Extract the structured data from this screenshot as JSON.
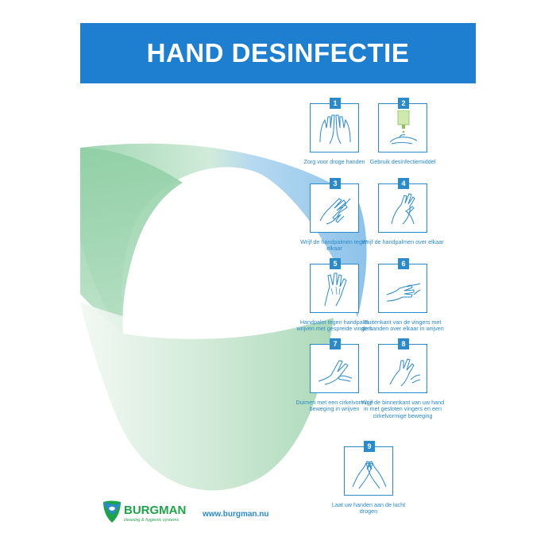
{
  "title": "HAND DESINFECTIE",
  "colors": {
    "header_blue": "#1e7fd0",
    "step_blue": "#2b8ac9",
    "swoosh_green": "#8fcfa5",
    "swoosh_blue": "#8ec3e8",
    "logo_green": "#1fa34a"
  },
  "steps": [
    {
      "number": "1",
      "caption": "Zorg voor droge handen",
      "icon": "dry-hands-icon"
    },
    {
      "number": "2",
      "caption": "Gebruik desinfectiemiddel",
      "icon": "dispenser-icon"
    },
    {
      "number": "3",
      "caption": "Wrijf de handpalmen tegen elkaar",
      "icon": "palm-to-palm-icon"
    },
    {
      "number": "4",
      "caption": "Wrijf de handpalmen over elkaar",
      "icon": "palm-over-back-icon"
    },
    {
      "number": "5",
      "caption": "Handpalm tegen handpalm wrijven met gespreide vingers",
      "icon": "interlaced-fingers-icon"
    },
    {
      "number": "6",
      "caption": "Buitenkant van de vingers met de handen over elkaar in wrijven",
      "icon": "interlocked-fingers-icon"
    },
    {
      "number": "7",
      "caption": "Duimen met een cirkelvormige beweging in wrijven",
      "icon": "thumb-rub-icon"
    },
    {
      "number": "8",
      "caption": "Wrijf de binnenkant van uw hand in met gesloten vingers en een cirkelvormige beweging",
      "icon": "fingertips-rub-icon"
    },
    {
      "number": "9",
      "caption": "Laat uw handen aan de lucht drogen",
      "icon": "air-dry-icon"
    }
  ],
  "logo": {
    "name": "BURGMAN",
    "tagline": "cleaning & hygienic systems"
  },
  "website": "www.burgman.nu"
}
